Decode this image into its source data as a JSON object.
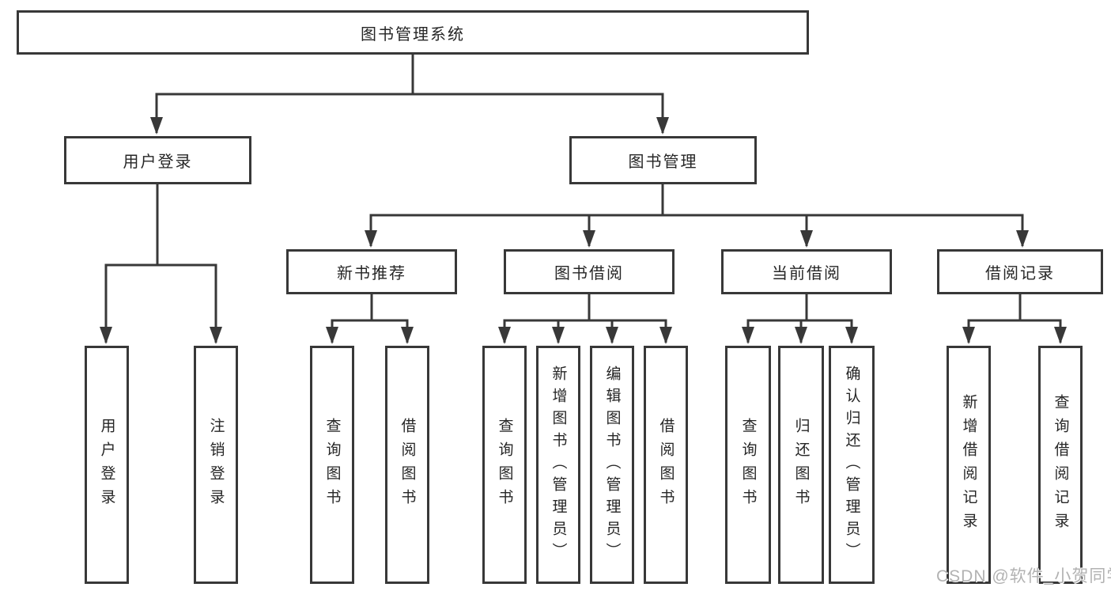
{
  "diagram": {
    "root": {
      "label": "图书管理系统"
    },
    "level2": [
      {
        "label": "用户登录",
        "leaves": [
          "用户登录",
          "注销登录"
        ]
      },
      {
        "label": "图书管理",
        "groups": [
          {
            "label": "新书推荐",
            "leaves": [
              "查询图书",
              "借阅图书"
            ]
          },
          {
            "label": "图书借阅",
            "leaves": [
              "查询图书",
              "新增图书（管理员）",
              "编辑图书（管理员）",
              "借阅图书"
            ]
          },
          {
            "label": "当前借阅",
            "leaves": [
              "查询图书",
              "归还图书",
              "确认归还（管理员）"
            ]
          },
          {
            "label": "借阅记录",
            "leaves": [
              "新增借阅记录",
              "查询借阅记录"
            ]
          }
        ]
      }
    ]
  },
  "watermark": "CSDN @软件_小贺同学",
  "colors": {
    "line": "#383838",
    "text": "#262626",
    "background": "#ffffff",
    "watermark": "#b2b2b2"
  }
}
